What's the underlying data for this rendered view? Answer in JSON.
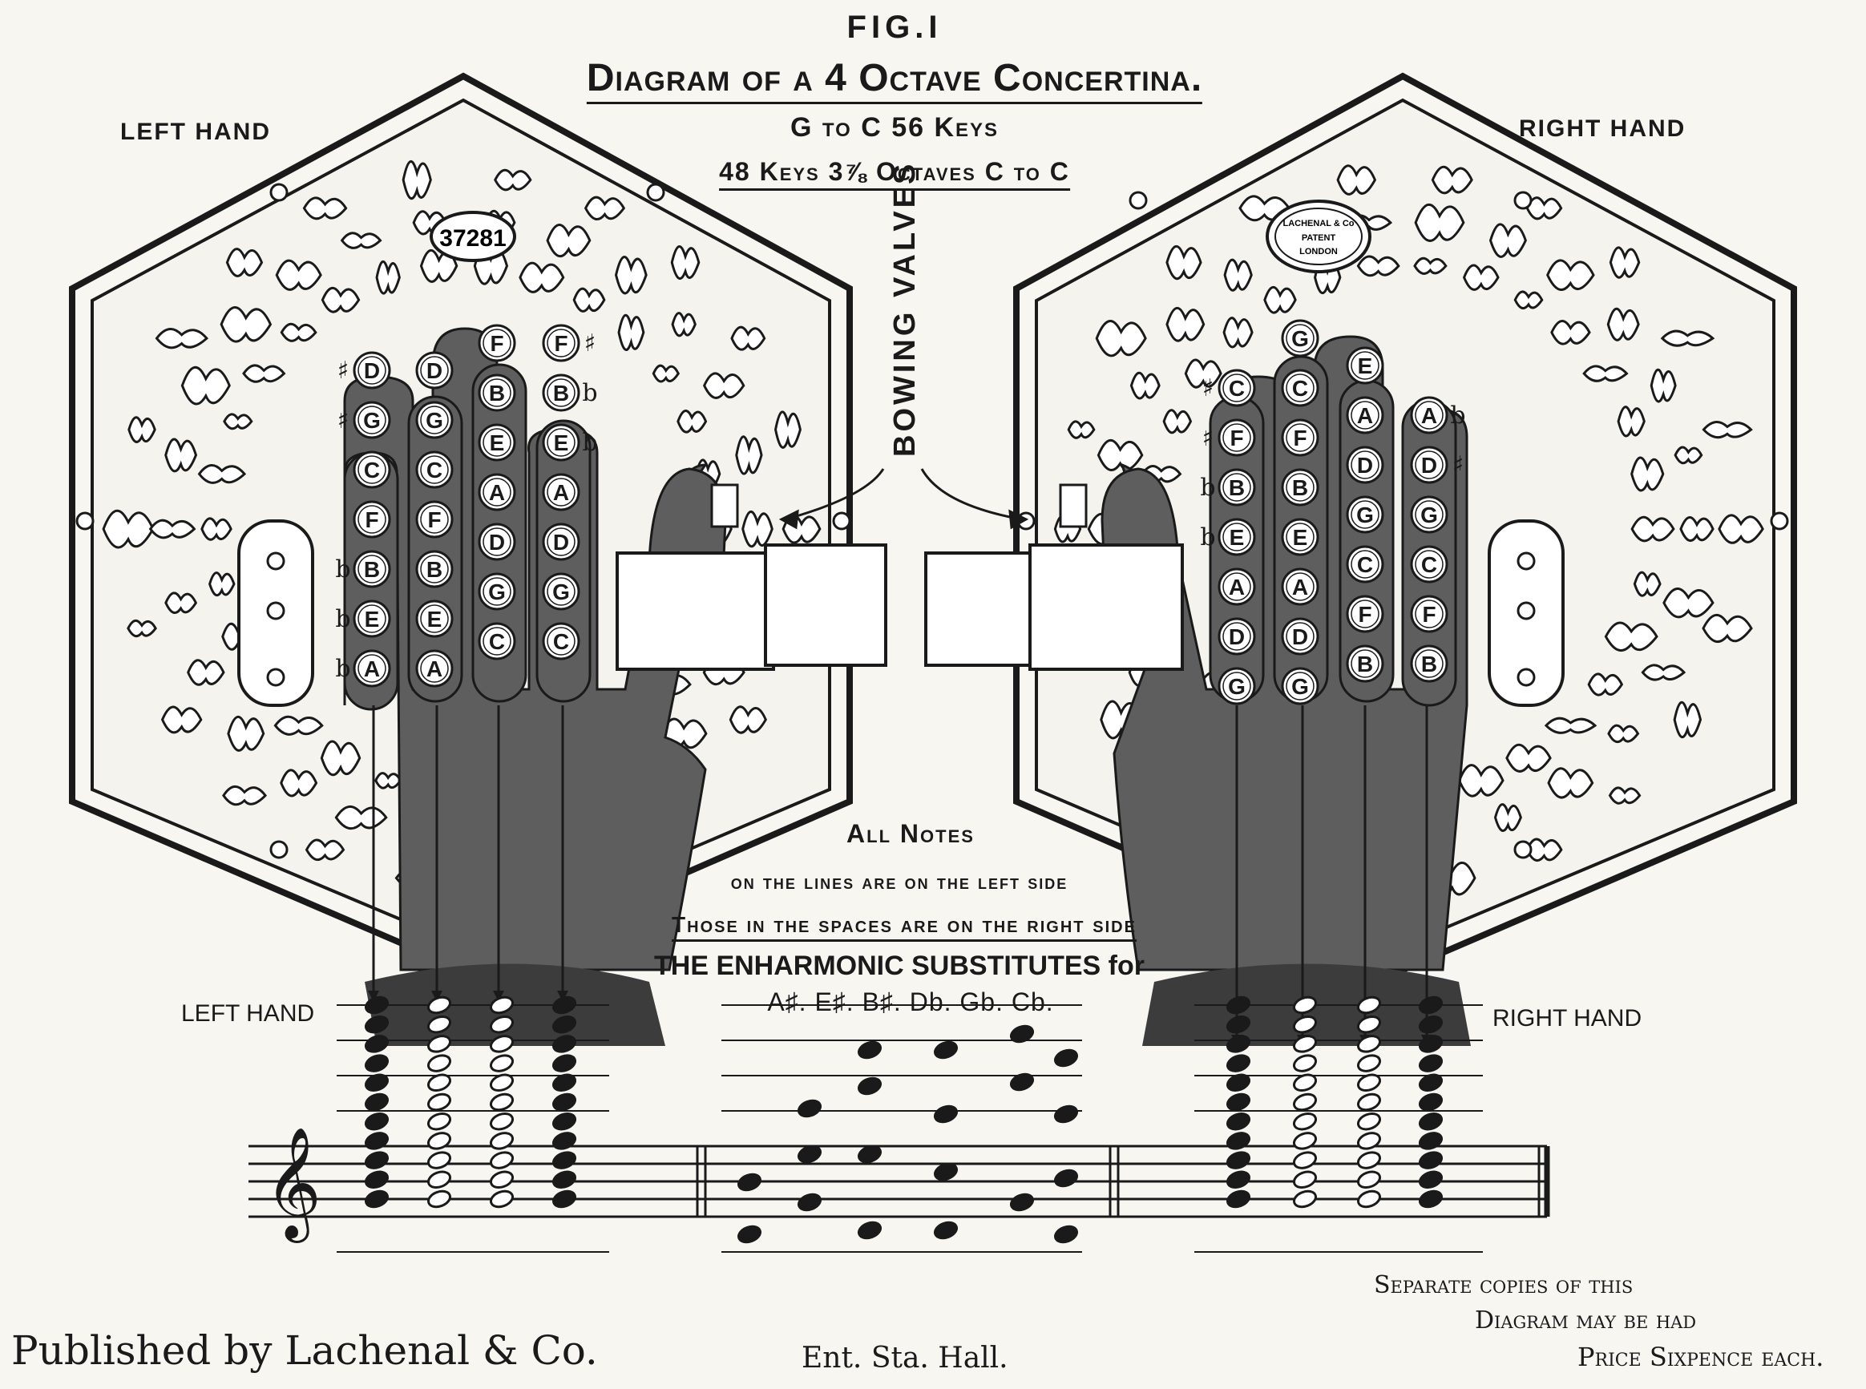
{
  "figure_label": "FIG.I",
  "title": "Diagram of a 4 Octave Concertina.",
  "subtitle_1": "G to C 56 Keys",
  "subtitle_2": "48 Keys 3⅞ Octaves C to C",
  "left_hand_label": "LEFT HAND",
  "right_hand_label": "RIGHT HAND",
  "serial_number": "37281",
  "maker_badge": [
    "LACHENAL & Co",
    "PATENT",
    "LONDON"
  ],
  "bowing_valves_label": "BOWING VALVES",
  "notes_caption": {
    "line1": "All Notes",
    "line2": "on the lines are on the left side",
    "line3": "Those in the spaces are on the right side"
  },
  "enharmonic": {
    "title": "THE ENHARMONIC SUBSTITUTES for",
    "list": "A♯. E♯. B♯.  Db.  Gb. Cb."
  },
  "staff_left_label": "LEFT HAND",
  "staff_right_label": "RIGHT HAND",
  "left_keys": {
    "columns": [
      {
        "notes": [
          "D",
          "G",
          "C",
          "F",
          "B",
          "E",
          "A"
        ],
        "marks": [
          "♯",
          "♯",
          "",
          "",
          "b",
          "b",
          "b"
        ]
      },
      {
        "notes": [
          "D",
          "G",
          "C",
          "F",
          "B",
          "E",
          "A"
        ],
        "marks": [
          "",
          "",
          "",
          "",
          "",
          "",
          ""
        ]
      },
      {
        "notes": [
          "F",
          "B",
          "E",
          "A",
          "D",
          "G",
          "C"
        ],
        "marks": [
          "",
          "",
          "",
          "",
          "",
          "",
          ""
        ]
      },
      {
        "notes": [
          "F",
          "B",
          "E",
          "A",
          "D",
          "G",
          "C"
        ],
        "marks": [
          "♯",
          "b",
          "b",
          "",
          "",
          "",
          ""
        ]
      }
    ]
  },
  "right_keys": {
    "columns": [
      {
        "notes": [
          "C",
          "F",
          "B",
          "E",
          "A",
          "D",
          "G"
        ],
        "marks": [
          "♯",
          "♯",
          "b",
          "b",
          "",
          "",
          ""
        ]
      },
      {
        "notes": [
          "G",
          "C",
          "F",
          "B",
          "E",
          "A",
          "D",
          "G"
        ],
        "marks": [
          "",
          "",
          "",
          "",
          "",
          "",
          "",
          ""
        ]
      },
      {
        "notes": [
          "E",
          "A",
          "D",
          "G",
          "C",
          "F",
          "B"
        ],
        "marks": [
          "",
          "",
          "",
          "",
          "",
          "",
          ""
        ]
      },
      {
        "notes": [
          "A",
          "D",
          "G",
          "C",
          "F",
          "B"
        ],
        "marks": [
          "b",
          "♯",
          "",
          "",
          "",
          ""
        ]
      }
    ]
  },
  "footer": {
    "publisher": "Published by Lachenal & Co.",
    "registration": "Ent. Sta. Hall.",
    "note_line1": "Separate copies of this",
    "note_line2": "Diagram may be had",
    "note_line3": "Price Sixpence each."
  },
  "colors": {
    "ink": "#1a1a1a",
    "paper": "#f7f6f1",
    "hand": "#5e5e5e",
    "wrist": "#3c3c3c"
  }
}
